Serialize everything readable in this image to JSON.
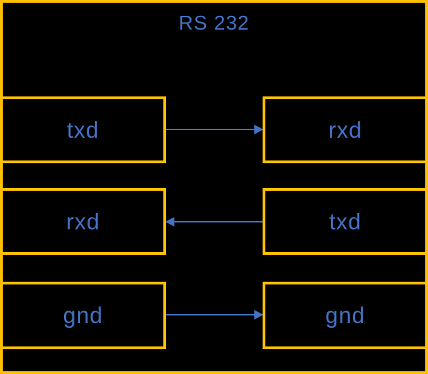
{
  "diagram": {
    "title": "RS 232",
    "colors": {
      "background": "#000000",
      "border": "#FFC000",
      "text": "#4472C4",
      "arrow": "#4472C4"
    },
    "rows": [
      {
        "left": "txd",
        "right": "rxd",
        "direction": "right"
      },
      {
        "left": "rxd",
        "right": "txd",
        "direction": "left"
      },
      {
        "left": "gnd",
        "right": "gnd",
        "direction": "right"
      }
    ]
  }
}
